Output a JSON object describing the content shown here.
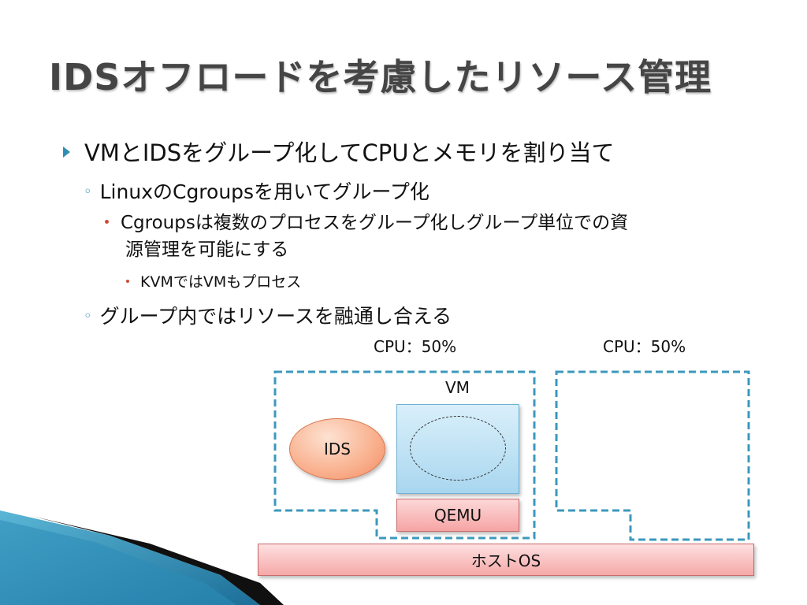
{
  "slide": {
    "title": "IDSオフロードを考慮したリソース管理",
    "bullets": {
      "level1": "VMとIDSをグループ化してCPUとメモリを割り当て",
      "level2a": "LinuxのCgroupsを用いてグループ化",
      "level3_line1": "Cgroupsは複数のプロセスをグループ化しグループ単位での資",
      "level3_line2": "源管理を可能にする",
      "level4": "KVMではVMもプロセス",
      "level2b": "グループ内ではリソースを融通し合える"
    }
  },
  "diagram": {
    "cpu_left": "CPU：50%",
    "cpu_right": "CPU：50%",
    "vm_label": "VM",
    "ids_label": "IDS",
    "qemu_label": "QEMU",
    "hostos_label": "ホストOS",
    "colors": {
      "dashed_border": "#3c98bd",
      "vm_fill": "#bfe2f4",
      "ids_fill": "#f9b08d",
      "qemu_fill": "#f6a4a4",
      "hostos_fill": "#f6a8a8",
      "accent_marker": "#2f8fb3",
      "sub_marker": "#cf4a3a"
    }
  }
}
